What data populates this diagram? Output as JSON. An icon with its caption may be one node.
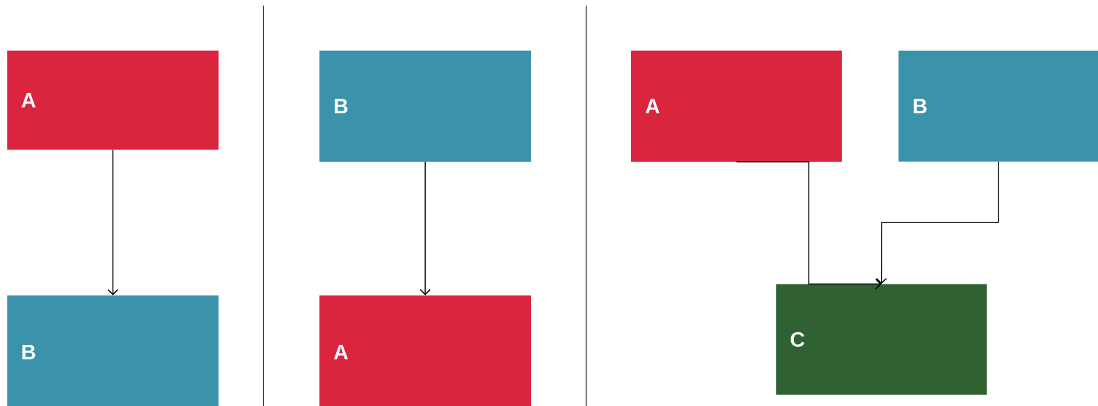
{
  "diagram": {
    "nodes": [
      {
        "text": [
          "A"
        ]
      },
      {
        "text": [
          "B"
        ]
      },
      {
        "text": [
          "B"
        ]
      },
      {
        "text": [
          "A"
        ]
      },
      {
        "text": [
          "A"
        ]
      },
      {
        "text": [
          "B"
        ]
      },
      {
        "text": [
          "C"
        ]
      }
    ],
    "edges": [
      {
        "from": 0,
        "to": 1,
        "arrow": "to"
      },
      {
        "from": 2,
        "to": 3,
        "arrow": "to"
      },
      {
        "from": 4,
        "to": 6,
        "arrow": "to"
      },
      {
        "from": 5,
        "to": 6,
        "arrow": "to"
      }
    ]
  }
}
